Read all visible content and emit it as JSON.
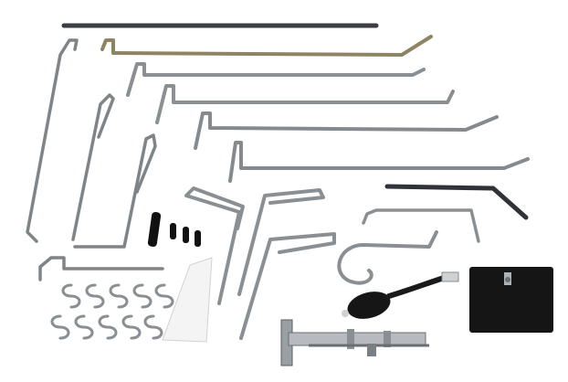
{
  "scene": {
    "subject": "dent-repair-rod-tool-kit",
    "colors": {
      "background": "#ffffff",
      "steel": "#8a8f94",
      "steel_dark": "#4d5257",
      "brass": "#9b8f6a",
      "black_rod": "#2f3236",
      "rubber": "#111111",
      "board": "#f4f4f4",
      "pad": "#151515"
    },
    "items": [
      {
        "kind": "straight-rod"
      },
      {
        "kind": "hook-rod"
      },
      {
        "kind": "hook-rod"
      },
      {
        "kind": "hook-rod"
      },
      {
        "kind": "hook-rod"
      },
      {
        "kind": "hook-rod"
      },
      {
        "kind": "loop-rod"
      },
      {
        "kind": "s-hook"
      },
      {
        "kind": "hand-pump"
      },
      {
        "kind": "glue-pad"
      },
      {
        "kind": "bracket-tool"
      }
    ]
  }
}
